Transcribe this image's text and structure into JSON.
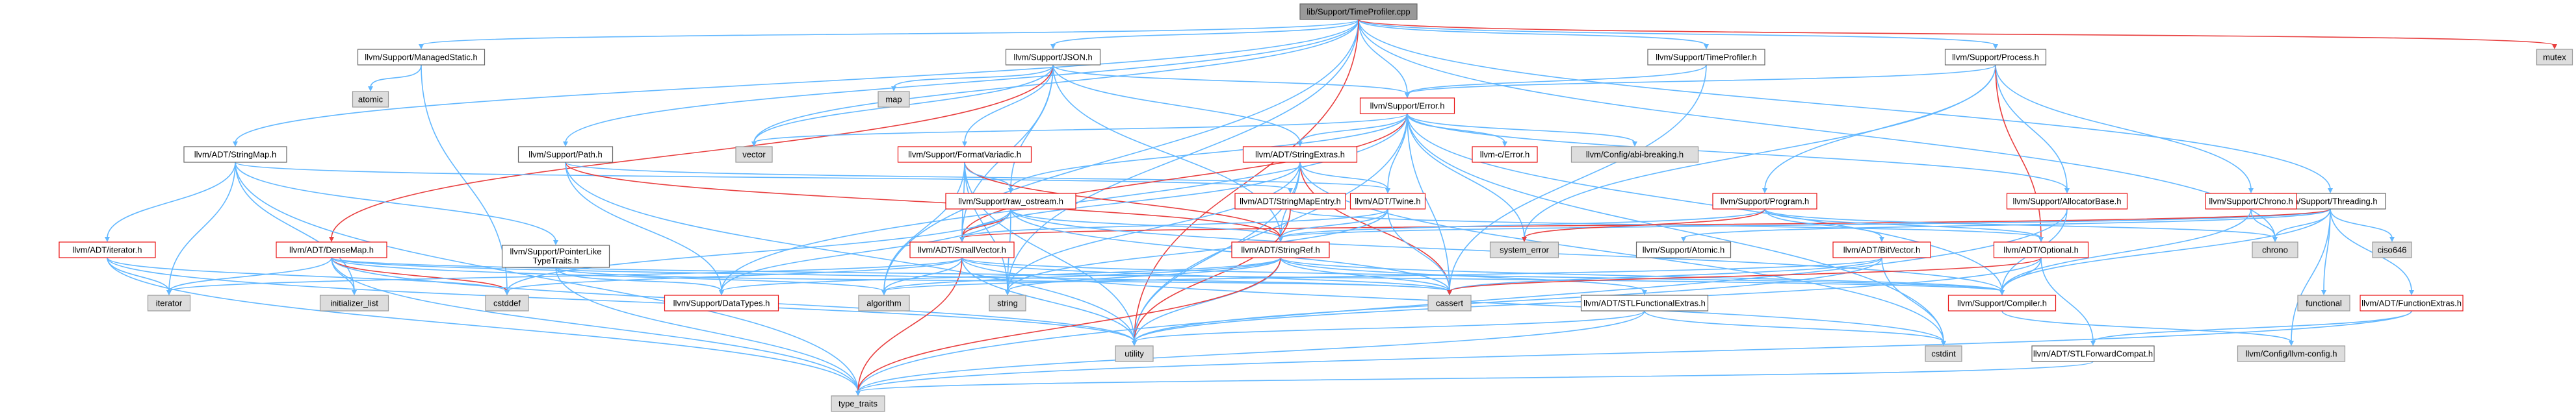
{
  "root": "lib/Support/TimeProfiler.cpp",
  "colors": {
    "edge": "#63b8ff",
    "edge_alt": "#e84040",
    "border_default": "#666666",
    "border_incomplete": "#e81010",
    "fill_external": "#dddddd",
    "fill_root": "#999999"
  },
  "nodes": {
    "n0": "lib/Support/TimeProfiler.cpp",
    "n1": "llvm/Support/ManagedStatic.h",
    "n2": "atomic",
    "n3": "llvm/Support/JSON.h",
    "n4": "map",
    "n5": "llvm/Support/TimeProfiler.h",
    "n6": "llvm/Support/Process.h",
    "n7": "mutex",
    "n8": "llvm/ADT/StringMap.h",
    "n9": "llvm/Support/Path.h",
    "n10": "llvm/Support/Error.h",
    "n11": "vector",
    "n12": "llvm/Support/FormatVariadic.h",
    "n13": "llvm/ADT/StringExtras.h",
    "n14": "llvm-c/Error.h",
    "n15": "llvm/Config/abi-breaking.h",
    "n16": "llvm/Support/Threading.h",
    "n17": "llvm/ADT/iterator.h",
    "n18": "llvm/ADT/DenseMap.h",
    "n19": "llvm/Support/PointerLikeTypeTraits.h",
    "n20": "llvm/Support/raw_ostream.h",
    "n21": "llvm/ADT/StringMapEntry.h",
    "n22": "llvm/ADT/Twine.h",
    "n23": "llvm/Support/AllocatorBase.h",
    "n24": "llvm/Support/Program.h",
    "n25": "llvm/Support/Chrono.h",
    "n26": "llvm/ADT/SmallVector.h",
    "n27": "llvm/ADT/StringRef.h",
    "n28": "system_error",
    "n29": "llvm/Support/Atomic.h",
    "n30": "llvm/ADT/BitVector.h",
    "n31": "llvm/ADT/Optional.h",
    "n32": "chrono",
    "n33": "ciso646",
    "n34": "iterator",
    "n35": "initializer_list",
    "n36": "cstddef",
    "n37": "llvm/Support/DataTypes.h",
    "n38": "algorithm",
    "n39": "string",
    "n40": "cassert",
    "n41": "llvm/ADT/STLFunctionalExtras.h",
    "n42": "llvm/Support/Compiler.h",
    "n43": "functional",
    "n44": "llvm/ADT/FunctionExtras.h",
    "n45": "utility",
    "n46": "cstdint",
    "n47": "llvm/ADT/STLForwardCompat.h",
    "n48": "llvm/Config/llvm-config.h",
    "n49": "type_traits"
  }
}
